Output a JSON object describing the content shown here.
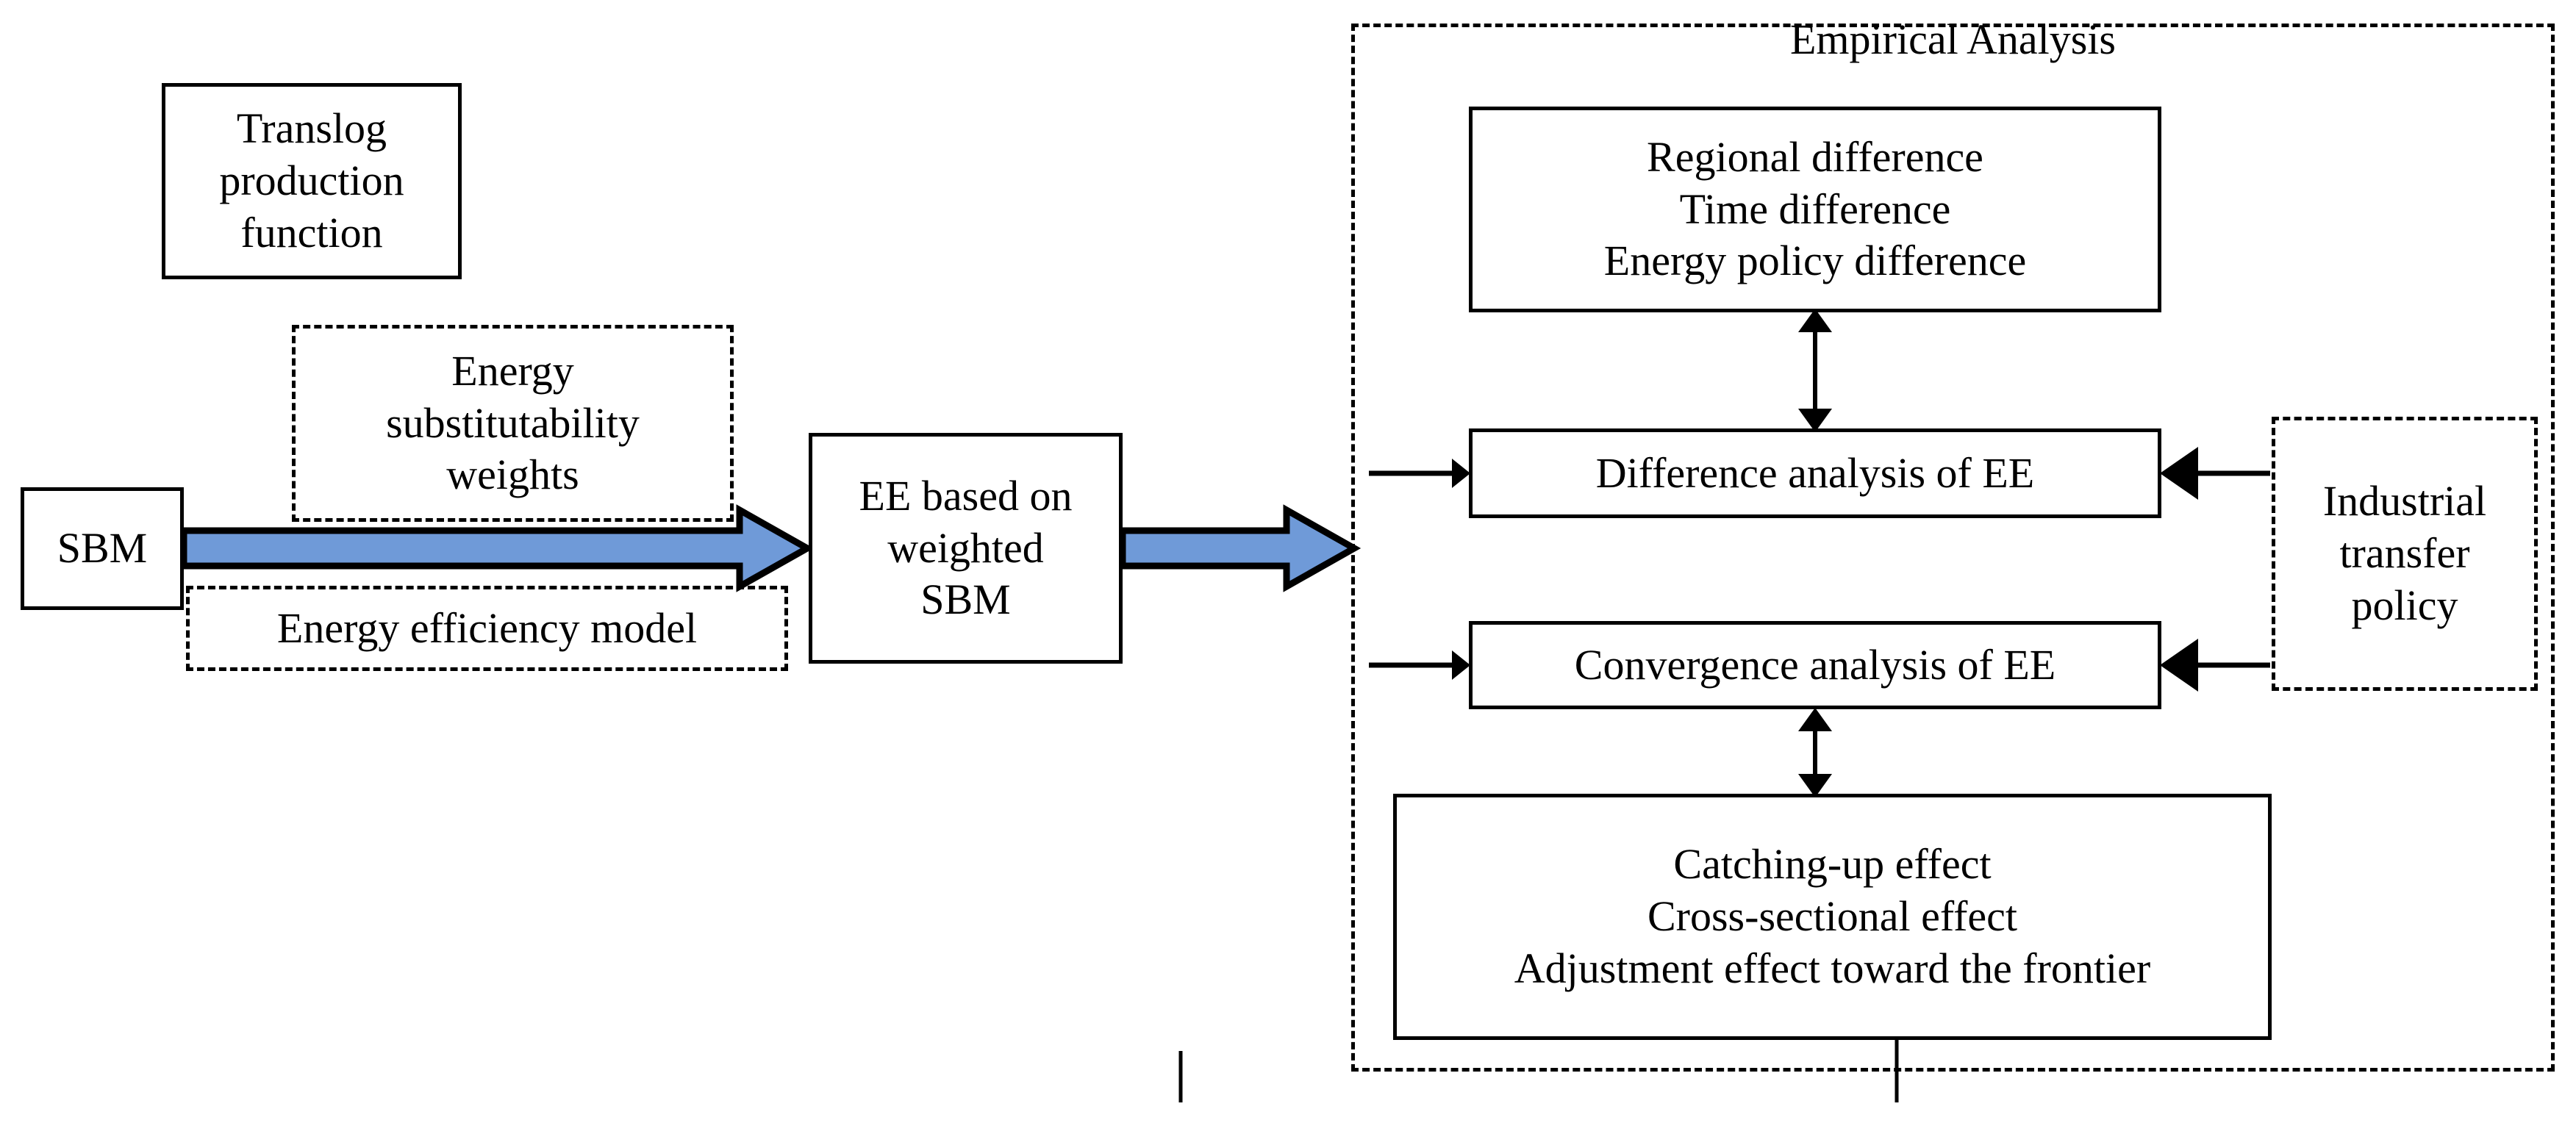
{
  "diagram": {
    "title_text": "Empirical Analysis",
    "nodes": {
      "translog": {
        "lines": [
          "Translog",
          "production",
          "function"
        ]
      },
      "sbm": {
        "lines": [
          "SBM"
        ]
      },
      "energy_weights": {
        "lines": [
          "Energy",
          "substitutability",
          "weights"
        ]
      },
      "energy_model": {
        "lines": [
          "Energy efficiency model"
        ]
      },
      "ee_weighted": {
        "lines": [
          "EE based on",
          "weighted",
          "SBM"
        ]
      },
      "differences": {
        "lines": [
          "Regional difference",
          "Time difference",
          "Energy policy difference"
        ]
      },
      "difference_analysis": {
        "lines": [
          "Difference analysis of EE"
        ]
      },
      "convergence_analysis": {
        "lines": [
          "Convergence analysis of EE"
        ]
      },
      "effects": {
        "lines": [
          "Catching-up effect",
          "Cross-sectional effect",
          "Adjustment effect toward the frontier"
        ]
      },
      "industrial_policy": {
        "lines": [
          "Industrial",
          "transfer",
          "policy"
        ]
      }
    },
    "colors": {
      "arrow_fill": "#6f9ad8",
      "stroke": "#000000",
      "background": "#ffffff"
    }
  }
}
